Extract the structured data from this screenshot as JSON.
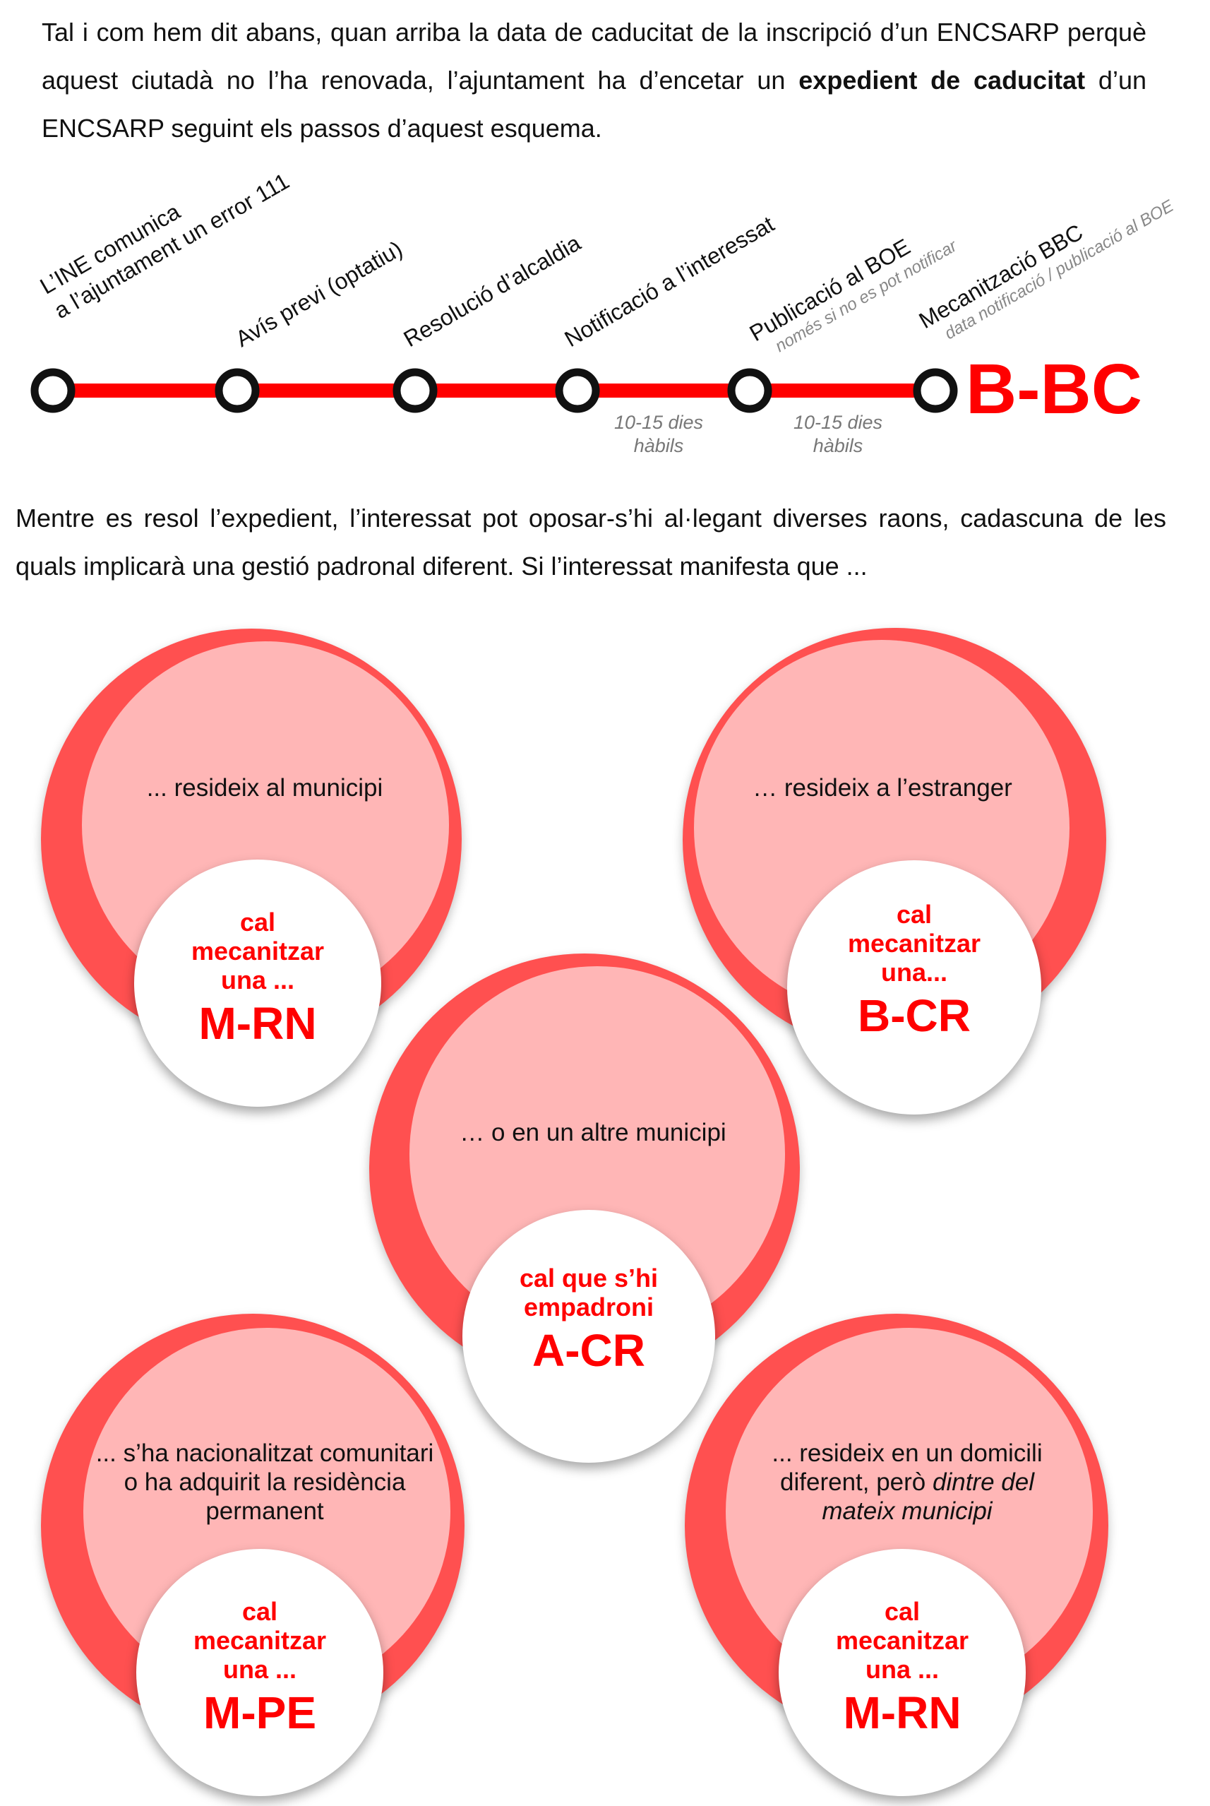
{
  "intro": {
    "before": "Tal i com hem dit abans, quan arriba la data de caducitat de la inscripció d’un ENCSARP perquè aquest ciutadà no l’ha renovada, l’ajuntament ha d’encetar un ",
    "bold": "expedient de caducitat",
    "after": " d’un ENCSARP seguint els passos d’aquest esquema."
  },
  "timeline": {
    "stops": [
      {
        "line1": "L’INE comunica",
        "line2": "a l’ajuntament un error 111"
      },
      {
        "line1": "Avís previ (optatiu)"
      },
      {
        "line1": "Resolució d’alcaldia"
      },
      {
        "line1": "Notificació a l’interessat"
      },
      {
        "line1": "Publicació al BOE",
        "sub": "només si no es pot notificar"
      },
      {
        "line1": "Mecanització BBC",
        "sub": "data notificació / publicació al BOE"
      }
    ],
    "gaps": [
      {
        "line1": "10-15 dies",
        "line2": "hàbils"
      },
      {
        "line1": "10-15 dies",
        "line2": "hàbils"
      }
    ],
    "end_code": "B-BC",
    "colors": {
      "line": "#ff0000",
      "stop_border": "#111111",
      "end_code": "#ff0000"
    }
  },
  "middle_text": "Mentre es resol l’expedient, l’interessat pot oposar-s’hi al·legant diverses raons, cadascuna de les quals implicarà una gestió padronal diferent. Si l’interessat manifesta que ...",
  "cases": [
    {
      "reason": "... resideix al municipi",
      "action": "cal\nmecanitzar\nuna ...",
      "code": "M-RN"
    },
    {
      "reason": "… resideix a l’estranger",
      "action": "cal\nmecanitzar\nuna...",
      "code": "B-CR"
    },
    {
      "reason": "… o en un altre municipi",
      "action": "cal que s’hi\nempadroni",
      "code": "A-CR"
    },
    {
      "reason": "...  s’ha nacionalitzat comunitari o ha adquirit  la residència permanent",
      "action": "cal\nmecanitzar\nuna ...",
      "code": "M-PE"
    },
    {
      "reason_plain": "... resideix en un domicili diferent, però ",
      "reason_italic": "dintre del mateix municipi",
      "action": "cal\nmecanitzar\nuna ...",
      "code": "M-RN"
    }
  ],
  "colors": {
    "outer_ring": "#ff5050",
    "inner_fill": "#ffb6b6",
    "result_fill": "#ffffff",
    "code_text": "#ff0000"
  }
}
